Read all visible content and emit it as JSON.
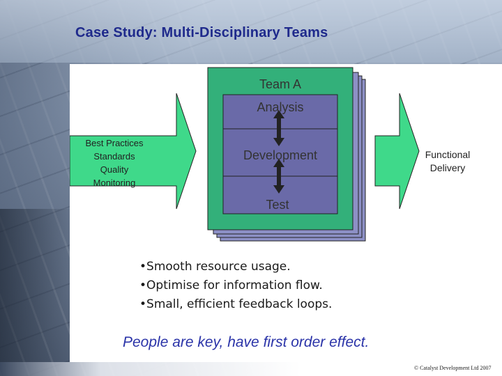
{
  "slide": {
    "title": "Case Study: Multi-Disciplinary Teams",
    "tagline": "People are key, have first order effect.",
    "copyright": "© Catalyst Development Ltd 2007"
  },
  "diagram": {
    "inputs": [
      "Best Practices",
      "Standards",
      "Quality",
      "Monitoring"
    ],
    "output": [
      "Functional",
      "Delivery"
    ],
    "team_label": "Team A",
    "stages": [
      "Analysis",
      "Development",
      "Test"
    ]
  },
  "bullets": [
    "Smooth resource usage.",
    "Optimise for information flow.",
    "Small, efficient feedback loops."
  ],
  "colors": {
    "title": "#1f2a8c",
    "team_frame": "#33b07a",
    "team_stage": "#6a6aa8",
    "arrow": "#3fd98a",
    "tagline": "#2a33a8"
  }
}
